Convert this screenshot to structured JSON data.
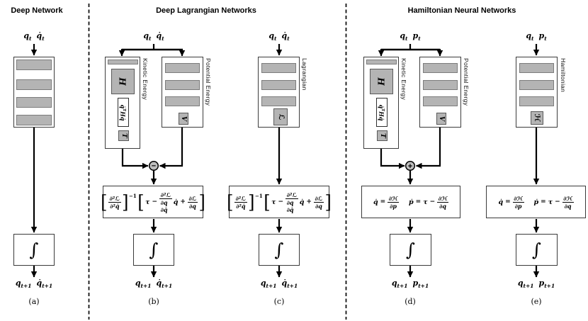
{
  "titles": {
    "deep_network": "Deep Network",
    "deep_lagrangian": "Deep Lagrangian Networks",
    "hamiltonian": "Hamiltonian Neural Networks"
  },
  "captions": {
    "a": "(a)",
    "b": "(b)",
    "c": "(c)",
    "d": "(d)",
    "e": "(e)"
  },
  "network_labels": {
    "kinetic": "Kinetic Energy",
    "potential": "Potential Energy",
    "lagrangian": "Lagrangian",
    "hamiltonian": "Hamiltonian"
  },
  "math": {
    "q": "q",
    "p": "p",
    "q_dot": "q̇",
    "p_dot": "ṗ",
    "tau": "τ",
    "sub_t": "t",
    "sub_t_plus_1": "t+1",
    "H_matrix": "H",
    "T_kinetic": "T",
    "V_potential": "V",
    "L_script": "ℒ",
    "H_script": "ℋ",
    "qT_H_q_pre": "q̇",
    "sup_T": "T",
    "qT_H_q_post": "Hq̇",
    "integral": "∫",
    "lbracket": "[",
    "rbracket": "]",
    "sup_neg1": "−1",
    "equals": "=",
    "minus": "−",
    "plus": "+",
    "d2L": "∂²ℒ",
    "d2qdot": "∂²q̇",
    "dq_dqdot": "∂q ∂q̇",
    "dL": "∂ℒ",
    "dq": "∂q",
    "dH": "∂ℋ",
    "dp": "∂p"
  },
  "operators": {
    "subtract": "−",
    "add": "+"
  },
  "colors": {
    "layer_fill": "#b4b4b4",
    "layer_border": "#7c7c7c",
    "box_border": "#3c3c3c",
    "line": "#000000"
  }
}
